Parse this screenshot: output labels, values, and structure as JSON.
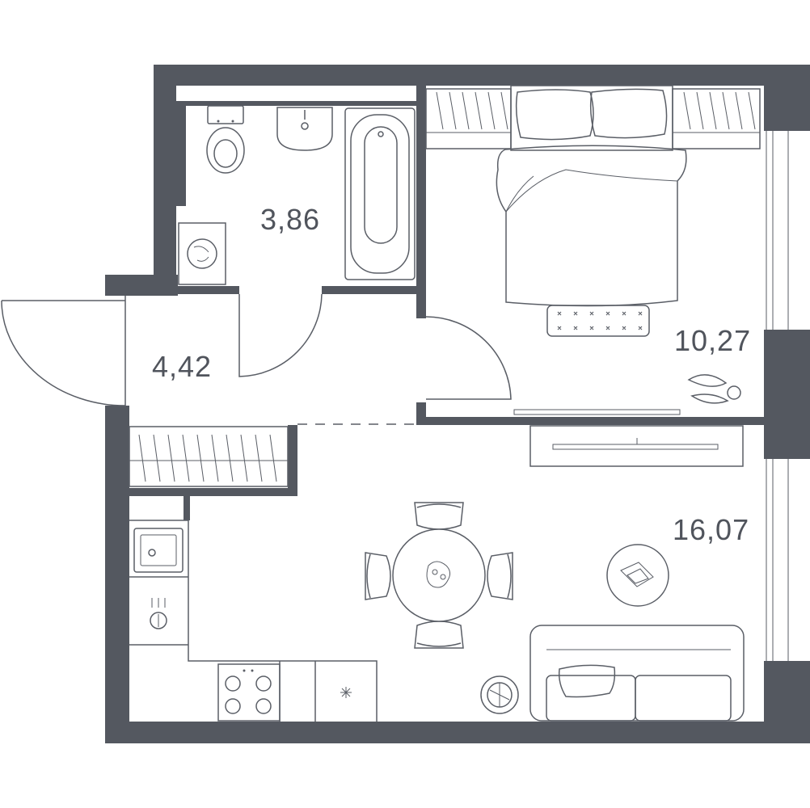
{
  "floor_plan": {
    "rooms": [
      {
        "id": "bathroom",
        "area": "3,86"
      },
      {
        "id": "hallway",
        "area": "4,42"
      },
      {
        "id": "bedroom",
        "area": "10,27"
      },
      {
        "id": "living-kitchen",
        "area": "16,07"
      }
    ]
  },
  "colors": {
    "wall": "#545860",
    "line": "#5a5e66",
    "background": "#ffffff"
  },
  "icons": [
    "toilet-icon",
    "sink-icon",
    "bathtub-icon",
    "washing-machine-icon",
    "double-bed-icon",
    "plant-icon",
    "dining-table-icon",
    "sofa-icon",
    "stove-icon",
    "kitchen-sink-icon",
    "wardrobe-icon",
    "tv-icon"
  ]
}
